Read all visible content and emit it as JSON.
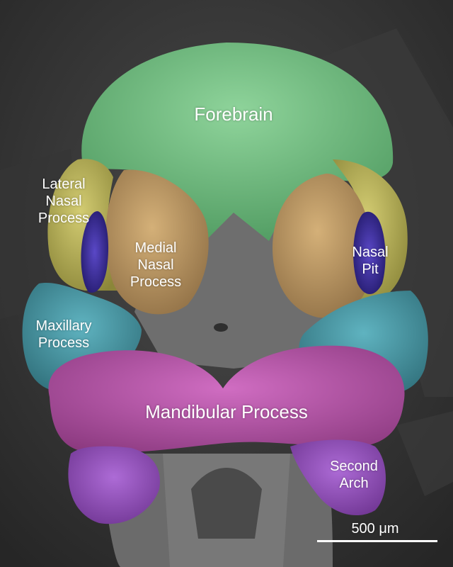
{
  "image": {
    "description_free": true,
    "labels": {
      "forebrain": "Forebrain",
      "lateral_nasal": [
        "Lateral",
        "Nasal",
        "Process"
      ],
      "medial_nasal": [
        "Medial",
        "Nasal",
        "Process"
      ],
      "nasal_pit": [
        "Nasal",
        "Pit"
      ],
      "maxillary": [
        "Maxillary",
        "Process"
      ],
      "mandibular": "Mandibular Process",
      "second_arch": [
        "Second",
        "Arch"
      ]
    },
    "scale_bar": {
      "label": "500 μm"
    },
    "colors": {
      "background": "#2b2b2b",
      "forebrain": "#6fbf7f",
      "lateral_nasal": "#b9b25a",
      "medial_nasal": "#b89563",
      "nasal_pit": "#3d2f96",
      "maxillary": "#3f8e9c",
      "mandibular": "#b14fa2",
      "second_arch": "#8e4cb6",
      "tissue_gray": "#6e6e6e"
    }
  }
}
